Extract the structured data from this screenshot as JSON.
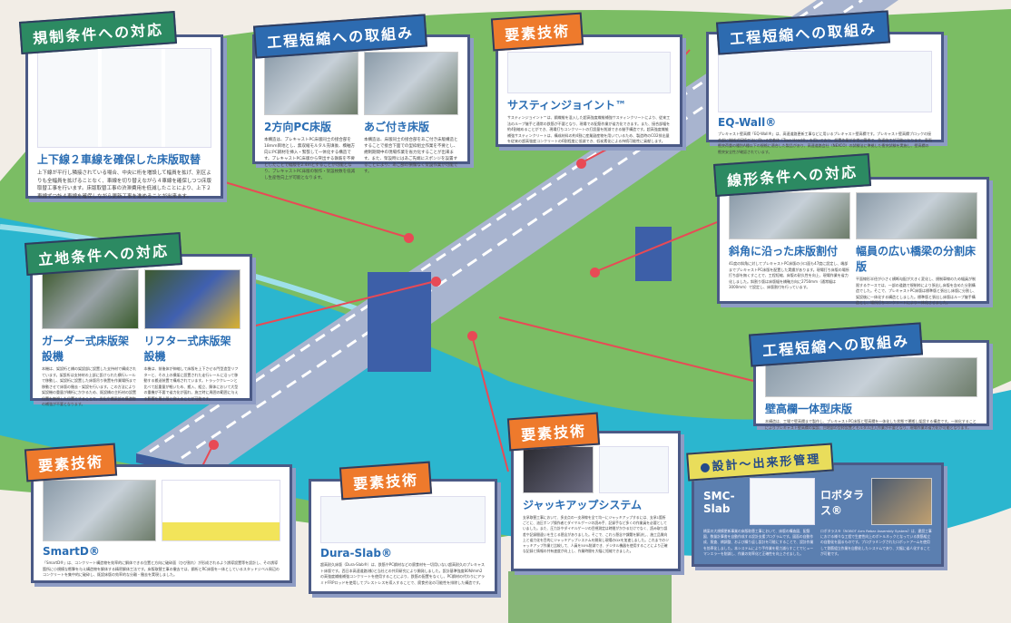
{
  "panels": {
    "regulation": {
      "tab": "規制条件への対応",
      "title": "上下線２車線を確保した床版取替",
      "text": "上下線が平行し隣接されている場合、中央に桁を増設して幅員を拡げ、別区よりも全幅員を拡げることなく、車線を切り替えながら４車線を確保しつつ床版取替工事を行います。床版取替工事の渋滞費用を低減したことにより、上下２車線ずつ計４車線を確保しながら更新工事を進めることが出来ます。"
    },
    "schedule1": {
      "tab": "工程短縮への取組み",
      "items": [
        {
          "title": "2方向PC床版",
          "text": "本構造は、プレキャストPC床版同士の接合部を18mm目地とし、無収縮モルタル充填後、橋軸方向にPC鋼材を挿入・緊張して一体化する構造です。プレキャストPC床版から突出する鉄筋を不要としたことで幅版を2.4mとすることが可能となり、プレキャストPC床版の製作・架設枚数を低減し生産性向上が可能となります。"
        },
        {
          "title": "あご付き床版",
          "text": "本構造は、床版同士の接合部をあご付き床版構造とすることで接合下面での型枠組立作業を不要とし、規制期間中の現場作業を省力化することが出来ます。また、架設時にはあご先端にスポンジを設置することにより、あご部の損傷なく架設作業が可能です。"
        }
      ]
    },
    "sustin": {
      "tab": "要素技術",
      "title": "サスティンジョイント™",
      "text": "サスティンジョイント™は、鋼繊維を混入した超高強度繊維補強サスティンクリートにより、従来工法のループ継手と通常の鉄筋が不要となり、現場での配筋作業が省力化できます。また、接合部幅を約4割縮めることができ、現場打ちコンクリートの打設量を削減できる継手構造です。超高強度繊維補強サスティンクリートは、構成材料の約4割に産業副産物を用いているため、製造時のCO2排出量を従来の超高強度コンクリートの6割程度に低減でき、低炭素化による持続可能性に貢献します。"
    },
    "eqwall": {
      "tab": "工程短縮への取組み",
      "title": "EQ-Wall®",
      "text": "プレキャスト壁高欄「EQ-Wall®」は、高速道路更新工事などに用いるプレキャスト壁高欄です。プレキャスト壁高欄ブロックの接合部に機械式接続工法に用いる定着体「Tsuo-Head®」を用いており、設置作業が非常に簡単で、急速施工が可能になります。車両衝突荷重の種別A種以下の規格に適合した製品があり、高速道路会社（NEXCO）の試験法に準拠した衝突試験を実施し、壁高欄の衝突安全性が確認されています。"
    },
    "alignment": {
      "tab": "線形条件への対応",
      "items": [
        {
          "title": "斜角に沿った床版割付",
          "text": "41度の斜角に対してプレキャストPC床版の小口面も47度に設定し、端部までプレキャストPC床版を配置した実績があります。現場打ち床版の場所打ち部を無くすことで、工程短縮、床版の耐久性を向上、現場作業を省力化しました。斜割り版は床版幅を橋軸方向に2750mm（通常幅は3000mm）で設定し、床版割付を行っています。"
        },
        {
          "title": "幅員の広い橋梁の分割床版",
          "text": "平面線形半径が小さく横断勾配が大きく変化し、規制車線のため幅員が制限するケースでは、一部の道路で規制枠により張出し床版を含めた分割構造でした。そこで、プレキャストPC床版は標準版と張出し床版に分割し、架設後に一体化する構造としました。標準版と張出し床版はループ継手構造とし、場所打ちコンクリートにより一体化させました。"
        }
      ]
    },
    "location": {
      "tab": "立地条件への対応",
      "items": [
        {
          "title": "ガーダー式床版架設機",
          "text": "本機は、架設桁と橋の架設部に設置した支持材で構成されています。架設桁は支持材の上部に設けられた横行レールで移動し、架設桁に設置した床版吊り装置を作業場所まで移動させて床版の撤去・架設を行います。この方法により架設機の重量が橋桁にかかるため、既設橋の主桁材の設置位置を無視した位置とすることで、劣化や橋梁部の構造物の補強が不要となります。"
        },
        {
          "title": "リフター式床版架設機",
          "text": "本機は、前後体が伸縮して床版を上下させる門型造型リフターと、その上の横架に設置された走行レールに沿って移動する搬送装置で構成されています。トラッククレーンと比べて起重量が軽いため、搬入、組立、解体において大型の重機が不要で省力化が図れ、施工時に周囲の範囲に与える影響を最小限に抑えることが可能です。"
        }
      ]
    },
    "schedule2": {
      "tab": "工程短縮への取組み",
      "title": "壁高欄一体型床版",
      "text": "本構造は、工場で壁高欄まで製作し、プレキャストPC床版と壁高欄を一体化した状態で運搬し架設する構造です。一体化することによりプレキャスト壁高欄の架設、目地部の型枠設置とモルタル注入作業が不要となり、現場作業の省力化が可能となります。"
    },
    "smartd": {
      "tab": "要素技術",
      "title": "SmartD®",
      "text": "「SmartD®」は、コンクリート構造物を効率的に解体できる位置と方向に破砕面（ひび割れ）が形成されるよう誘導設置等を設計し、その誘導箇所に小規模な衝撃を与え構造物を解体する精密解体工法です。床版取替工事の撤去では、鋼桁とRC床版を一体としているスタッドジベル周辺のコンクリートを集中的に破砕し、既設床版の効率的な分離・撤去を実現しました。"
    },
    "durasl": {
      "tab": "要素技術",
      "title": "Dura-Slab®",
      "text": "超高耐久床版（Dura-Slab®）は、鉄筋やPC鋼材などの腐食材を一切用いない超高耐久のプレキャスト床版です。西日本高速道路(株)と当社との共同研究により開発しました。設計基準強度80N/mm2の高強度繊維補強コンクリートを使用することにより、鉄筋の配置をなくし、PC鋼材の代わりにアラミドFRPロッドを使用してプレストレスを導入することで、腐食劣化の可能性を排除した構造です。"
    },
    "jackup": {
      "tab": "要素技術",
      "title": "ジャッキアップシステム",
      "text": "支承取替工事において、多支点の一支承線を全て均一にジャッキアップするには、支承1箇所ごとに、油圧ポンプ操作者とダイヤルゲージの読み手、記録手など多くの作業員を必要としていました。また、圧力計やダイヤルゲージの目視測定は時間がかかるだけでなく、読み取り誤差や記録間違いを生じる懸念がありました。そこで、これら懸念や課題を解決し、施工品質向上と省力化を目的にジャッキアップシステムを開発し現場のDXを加速しました。これまでのジャッキアップ作業と比較して、人員を50%削減でき、デジタル機器を使用することにより正確な記録と情報の共有速度が向上し、作業時間を大幅に短縮できました。"
    },
    "design": {
      "tab": "●設計～出来形管理",
      "items": [
        {
          "title": "SMC-Slab",
          "text": "橋梁の大規模更新事業の床版取替工事において、床版の構造図、配筋図、数量計算書を自動作成する設計支援プログラムです。図面の自動作成、照査、橋調整、および繰り返し設計を可能にすることで、設計作業を効率化しました。本システムにより手作業を極力減らすことでヒューマンエラーを削減し、作業の効率化と正確性を向上させました。"
        },
        {
          "title": "ロボタラス®",
          "text": "ロボタラス®（ROBOT Arm Rebar Assembly System）は、建設工事における様々な工程で生産性向上のボトルネックとなっている鉄筋組立の自動化を図るものです。プログラミングされたロボットアームを使用して鉄筋組立作業を自動化したシステムであり、大幅に省人化することが可能です。"
        }
      ]
    }
  }
}
